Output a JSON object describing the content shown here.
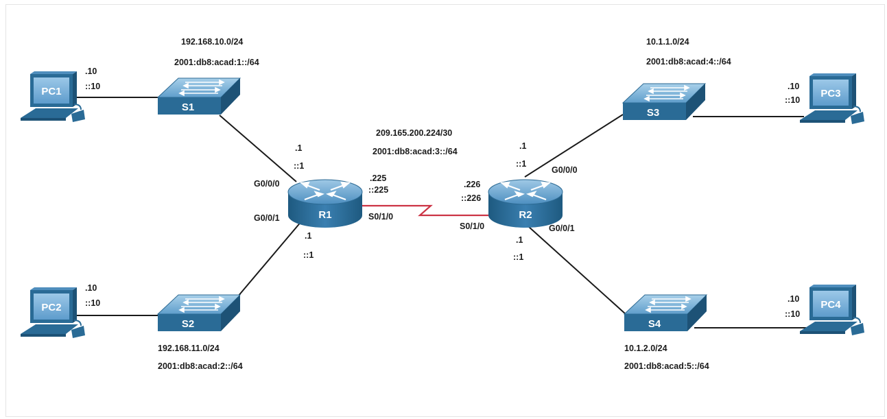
{
  "colors": {
    "device": "#2a6b96",
    "device_light": "#7fb3d5",
    "pc_screen": "#7fb6de",
    "serial_link": "#cc3344",
    "link": "#1a1a1a"
  },
  "devices": {
    "pc1": {
      "label": "PC1",
      "icon": "pc-icon"
    },
    "pc2": {
      "label": "PC2",
      "icon": "pc-icon"
    },
    "pc3": {
      "label": "PC3",
      "icon": "pc-icon"
    },
    "pc4": {
      "label": "PC4",
      "icon": "pc-icon"
    },
    "s1": {
      "label": "S1",
      "icon": "switch-icon"
    },
    "s2": {
      "label": "S2",
      "icon": "switch-icon"
    },
    "s3": {
      "label": "S3",
      "icon": "switch-icon"
    },
    "s4": {
      "label": "S4",
      "icon": "switch-icon"
    },
    "r1": {
      "label": "R1",
      "icon": "router-icon"
    },
    "r2": {
      "label": "R2",
      "icon": "router-icon"
    }
  },
  "networks": {
    "lan1": {
      "ipv4": "192.168.10.0/24",
      "ipv6": "2001:db8:acad:1::/64"
    },
    "lan2": {
      "ipv4": "192.168.11.0/24",
      "ipv6": "2001:db8:acad:2::/64"
    },
    "lan3": {
      "ipv4": "10.1.1.0/24",
      "ipv6": "2001:db8:acad:4::/64"
    },
    "lan4": {
      "ipv4": "10.1.2.0/24",
      "ipv6": "2001:db8:acad:5::/64"
    },
    "wan": {
      "ipv4": "209.165.200.224/30",
      "ipv6": "2001:db8:acad:3::/64"
    }
  },
  "hosts": {
    "pc1": {
      "ipv4": ".10",
      "ipv6": "::10"
    },
    "pc2": {
      "ipv4": ".10",
      "ipv6": "::10"
    },
    "pc3": {
      "ipv4": ".10",
      "ipv6": "::10"
    },
    "pc4": {
      "ipv4": ".10",
      "ipv6": "::10"
    }
  },
  "interfaces": {
    "r1_g000": {
      "name": "G0/0/0",
      "ipv4": ".1",
      "ipv6": "::1"
    },
    "r1_g001": {
      "name": "G0/0/1",
      "ipv4": ".1",
      "ipv6": "::1"
    },
    "r1_s010": {
      "name": "S0/1/0",
      "ipv4": ".225",
      "ipv6": "::225"
    },
    "r2_g000": {
      "name": "G0/0/0",
      "ipv4": ".1",
      "ipv6": "::1"
    },
    "r2_g001": {
      "name": "G0/0/1",
      "ipv4": ".1",
      "ipv6": "::1"
    },
    "r2_s010": {
      "name": "S0/1/0",
      "ipv4": ".226",
      "ipv6": "::226"
    }
  }
}
